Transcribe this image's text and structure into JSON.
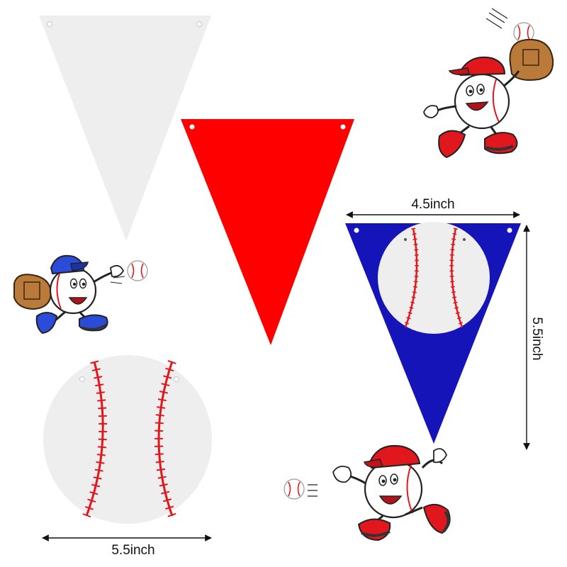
{
  "colors": {
    "background": "#ffffff",
    "pennant_white": "#eeeeef",
    "pennant_red": "#ff0000",
    "pennant_blue": "#1414b8",
    "stitch_red": "#e0181e",
    "dimension_line": "#111111"
  },
  "dimensions": {
    "pennant_width": "4.5inch",
    "pennant_height": "5.5inch",
    "circle_width": "5.5inch"
  },
  "icons": {
    "mascot_catcher": "baseball-mascot-catching-icon",
    "mascot_thrower": "baseball-mascot-throwing-icon",
    "mascot_pitcher": "baseball-mascot-pitching-icon",
    "ball": "baseball-icon"
  }
}
